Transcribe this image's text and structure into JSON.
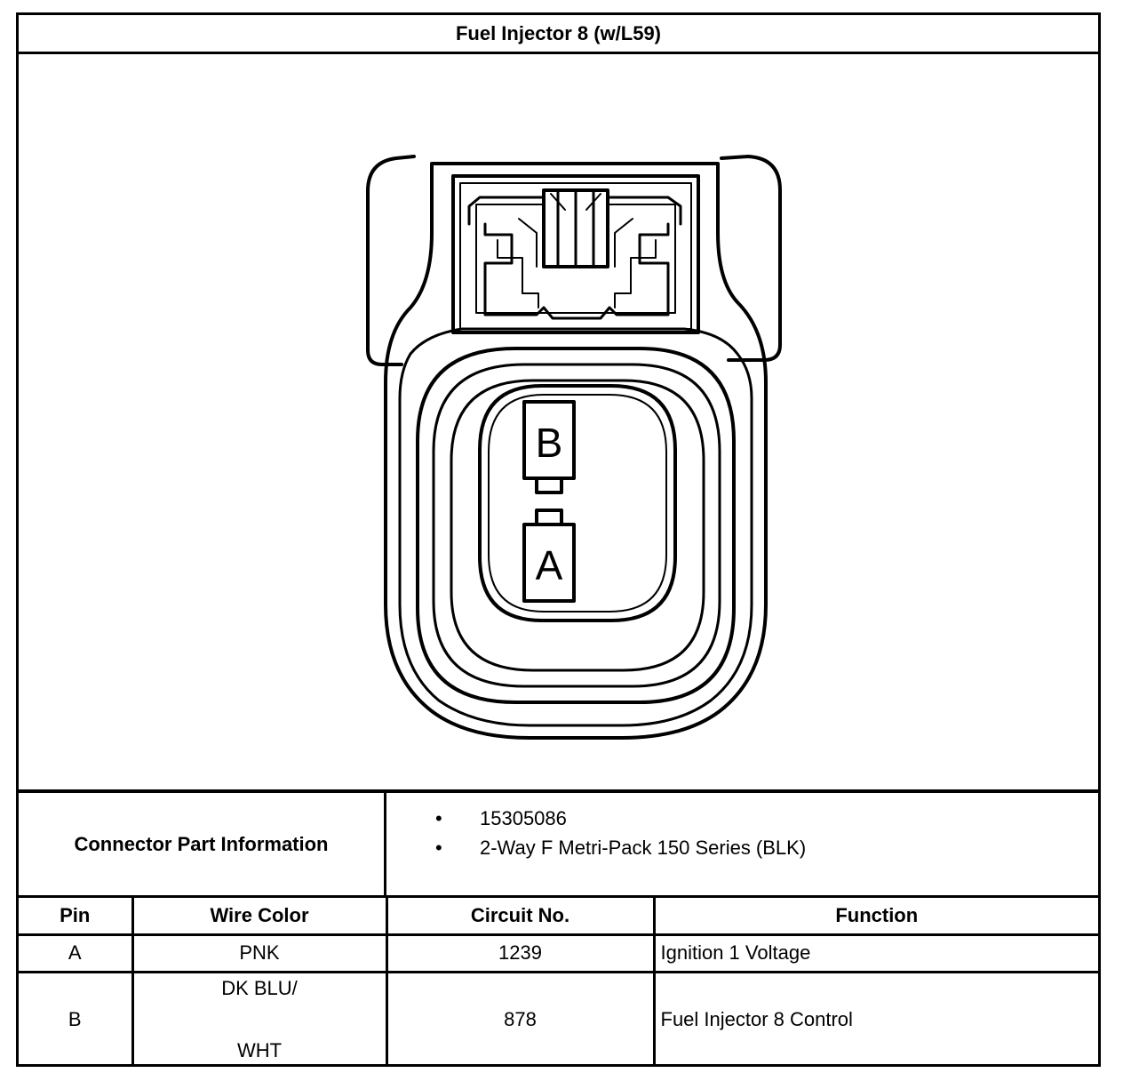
{
  "title": "Fuel Injector 8 (w/L59)",
  "connector": {
    "pin_labels": [
      "B",
      "A"
    ]
  },
  "part_info": {
    "label": "Connector Part Information",
    "items": [
      "15305086",
      "2-Way F Metri-Pack 150 Series (BLK)"
    ],
    "bullet": "•"
  },
  "table": {
    "headers": [
      "Pin",
      "Wire Color",
      "Circuit No.",
      "Function"
    ],
    "rows": [
      {
        "pin": "A",
        "wire_color": [
          "PNK"
        ],
        "circuit": "1239",
        "function": "Ignition 1 Voltage"
      },
      {
        "pin": "B",
        "wire_color": [
          "DK BLU/",
          "WHT"
        ],
        "circuit": "878",
        "function": "Fuel Injector 8 Control"
      }
    ]
  }
}
